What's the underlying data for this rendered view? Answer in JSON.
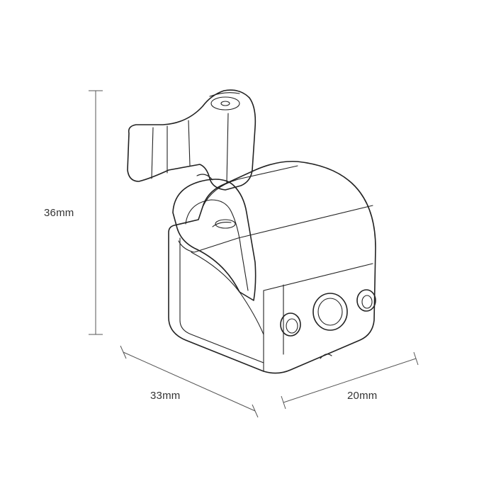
{
  "dimensions": {
    "height_label": "36mm",
    "depth_label": "33mm",
    "width_label": "20mm"
  },
  "colors": {
    "outline": "#222222",
    "dimension_line": "#555555",
    "text": "#333333",
    "background": "#ffffff"
  }
}
